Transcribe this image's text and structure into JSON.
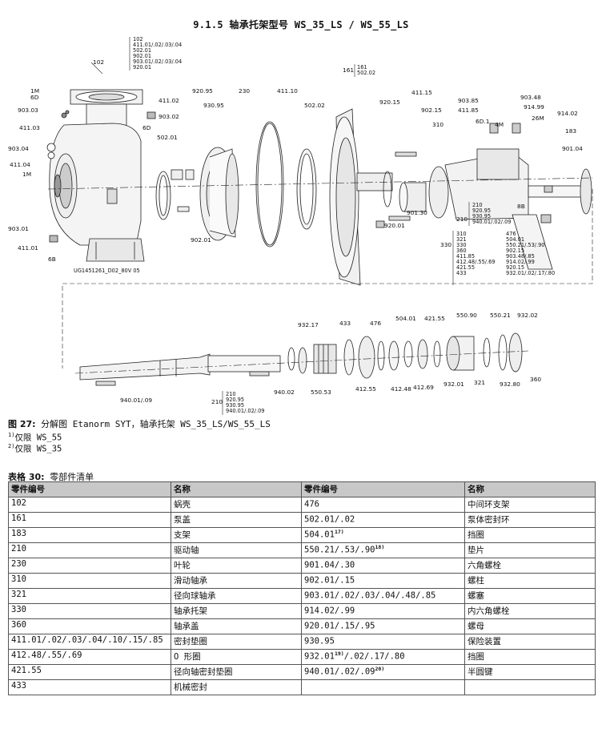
{
  "section_title": "9.1.5 轴承托架型号 WS_35_LS / WS_55_LS",
  "figure": {
    "caption_label": "图 27:",
    "caption_text": "分解图 Etanorm SYT，轴承托架 WS_35_LS/WS_55_LS",
    "footnote1_mark": "1)",
    "footnote1_text": "仅限 WS_55",
    "footnote2_mark": "2)",
    "footnote2_text": "仅限 WS_35",
    "drawing_id": "UG1451261_D02_80V 05",
    "labels": {
      "l102": "102",
      "group102": [
        "102",
        "411.01/.02/.03/.04",
        "502.01",
        "902.01",
        "903.01/.02/.03/.04",
        "920.01"
      ],
      "l1M_6D": [
        "1M",
        "6D"
      ],
      "l903_03": "903.03",
      "l411_03": "411.03",
      "l903_04": "903.04",
      "l411_04": "411.04",
      "l1M": "1M",
      "l903_01": "903.01",
      "l411_01": "411.01",
      "l6B": "6B",
      "l411_02": "411.02",
      "l903_02": "903.02",
      "l6D": "6D",
      "l920_95": "920.95",
      "l930_95": "930.95",
      "l230": "230",
      "l411_10": "411.10",
      "l502_02": "502.02",
      "l502_01": "502.01",
      "l902_01": "902.01",
      "l161": "161",
      "group161": [
        "161",
        "502.02"
      ],
      "l920_15": "920.15",
      "l411_15": "411.15",
      "l902_15": "902.15",
      "l310": "310",
      "l901_30": "901.30",
      "l920_01": "920.01",
      "l330": "330",
      "l903_85": "903.85",
      "l411_85": "411.85",
      "l6D1": "6D.1",
      "l4M": "4M",
      "l903_48": "903.48",
      "l914_99": "914.99",
      "l26M": "26M",
      "l914_02": "914.02",
      "l183": "183",
      "l901_04": "901.04",
      "l8B": "8B",
      "l210": "210",
      "group210a": [
        "210",
        "920.95",
        "930.95",
        "940.01/.02/.09"
      ],
      "group330_left": [
        "310",
        "321",
        "330",
        "360",
        "411.85",
        "412.48/.55/.69",
        "421.55",
        "433"
      ],
      "group330_right": [
        "476",
        "504.01",
        "550.21/.53/.90",
        "902.15",
        "903.48/.85",
        "914.02/.99",
        "920.15",
        "932.01/.02/.17/.80"
      ],
      "l932_17": "932.17",
      "l433": "433",
      "l476": "476",
      "l504_01": "504.01",
      "l421_55": "421.55",
      "l550_90": "550.90",
      "l550_21": "550.21",
      "l932_02": "932.02",
      "l360": "360",
      "l932_80": "932.80",
      "l321": "321",
      "l932_01": "932.01",
      "l412_69": "412.69",
      "l412_48": "412.48",
      "l412_55": "412.55",
      "l550_53": "550.53",
      "l940_02": "940.02",
      "l940_01_09": "940.01/.09",
      "group210b": [
        "210",
        "920.95",
        "930.95",
        "940.01/.02/.09"
      ],
      "sup1": "1)",
      "sup2": "2)"
    }
  },
  "table": {
    "caption_label": "表格 30:",
    "caption_text": "零部件清单",
    "headers": [
      "零件编号",
      "名称",
      "零件编号",
      "名称"
    ],
    "rows": [
      {
        "n1": "102",
        "d1": "蜗壳",
        "n2": "476",
        "n2sup": "",
        "n2tail": "",
        "d2": "中间环支架"
      },
      {
        "n1": "161",
        "d1": "泵盖",
        "n2": "502.01/.02",
        "n2sup": "",
        "n2tail": "",
        "d2": "泵体密封环"
      },
      {
        "n1": "183",
        "d1": "支架",
        "n2": "504.01",
        "n2sup": "17)",
        "n2tail": "",
        "d2": "挡圈"
      },
      {
        "n1": "210",
        "d1": "驱动轴",
        "n2": "550.21/.53/.90",
        "n2sup": "18)",
        "n2tail": "",
        "d2": "垫片"
      },
      {
        "n1": "230",
        "d1": "叶轮",
        "n2": "901.04/.30",
        "n2sup": "",
        "n2tail": "",
        "d2": "六角螺栓"
      },
      {
        "n1": "310",
        "d1": "滑动轴承",
        "n2": "902.01/.15",
        "n2sup": "",
        "n2tail": "",
        "d2": "螺柱"
      },
      {
        "n1": "321",
        "d1": "径向球轴承",
        "n2": "903.01/.02/.03/.04/.48/.85",
        "n2sup": "",
        "n2tail": "",
        "d2": "螺塞"
      },
      {
        "n1": "330",
        "d1": "轴承托架",
        "n2": "914.02/.99",
        "n2sup": "",
        "n2tail": "",
        "d2": "内六角螺栓"
      },
      {
        "n1": "360",
        "d1": "轴承盖",
        "n2": "920.01/.15/.95",
        "n2sup": "",
        "n2tail": "",
        "d2": "螺母"
      },
      {
        "n1": "411.01/.02/.03/.04/.10/.15/.85",
        "d1": "密封垫圈",
        "n2": "930.95",
        "n2sup": "",
        "n2tail": "",
        "d2": "保险装置"
      },
      {
        "n1": "412.48/.55/.69",
        "d1": "O 形圈",
        "n2": "932.01",
        "n2sup": "19)",
        "n2tail": "/.02/.17/.80",
        "d2": "挡圈"
      },
      {
        "n1": "421.55",
        "d1": "径向轴密封垫圈",
        "n2": "940.01/.02/.09",
        "n2sup": "20)",
        "n2tail": "",
        "d2": "半圆键"
      },
      {
        "n1": "433",
        "d1": "机械密封",
        "n2": "",
        "n2sup": "",
        "n2tail": "",
        "d2": ""
      }
    ]
  }
}
